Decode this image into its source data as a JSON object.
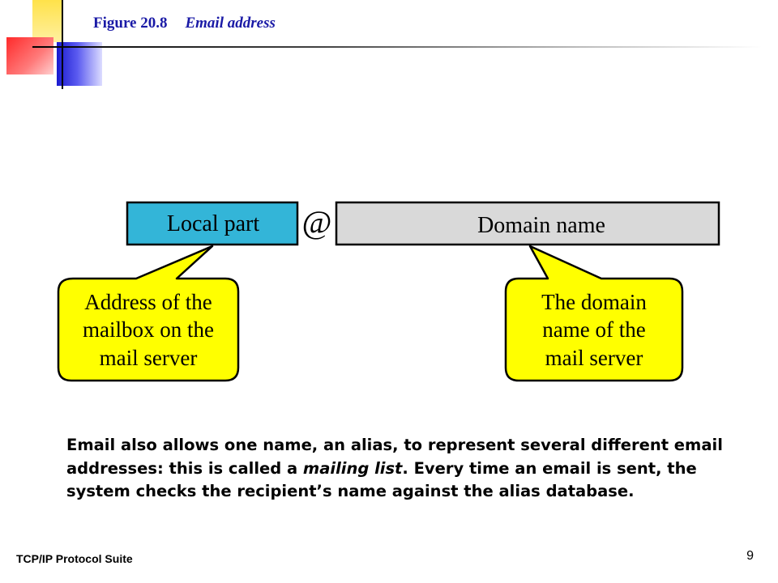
{
  "header": {
    "figure_number": "Figure 20.8",
    "figure_caption": "Email address"
  },
  "diagram": {
    "local_part_label": "Local part",
    "at_symbol": "@",
    "domain_name_label": "Domain name",
    "local_callout_lines": [
      "Address of the",
      "mailbox on the",
      "mail server"
    ],
    "domain_callout_lines": [
      "The domain",
      "name of the",
      "mail server"
    ],
    "colors": {
      "local_box": "#33b5d8",
      "domain_box": "#d9d9d9",
      "callout": "#ffff00"
    }
  },
  "body": {
    "text_before": "Email also allows one name, an alias, to represent several different email addresses: this is called a ",
    "text_emphasis": "mailing list",
    "text_after": ".  Every time an email is sent, the system checks the recipient’s name against the alias database."
  },
  "footer": {
    "suite_name": "TCP/IP Protocol Suite",
    "page_number": "9"
  }
}
